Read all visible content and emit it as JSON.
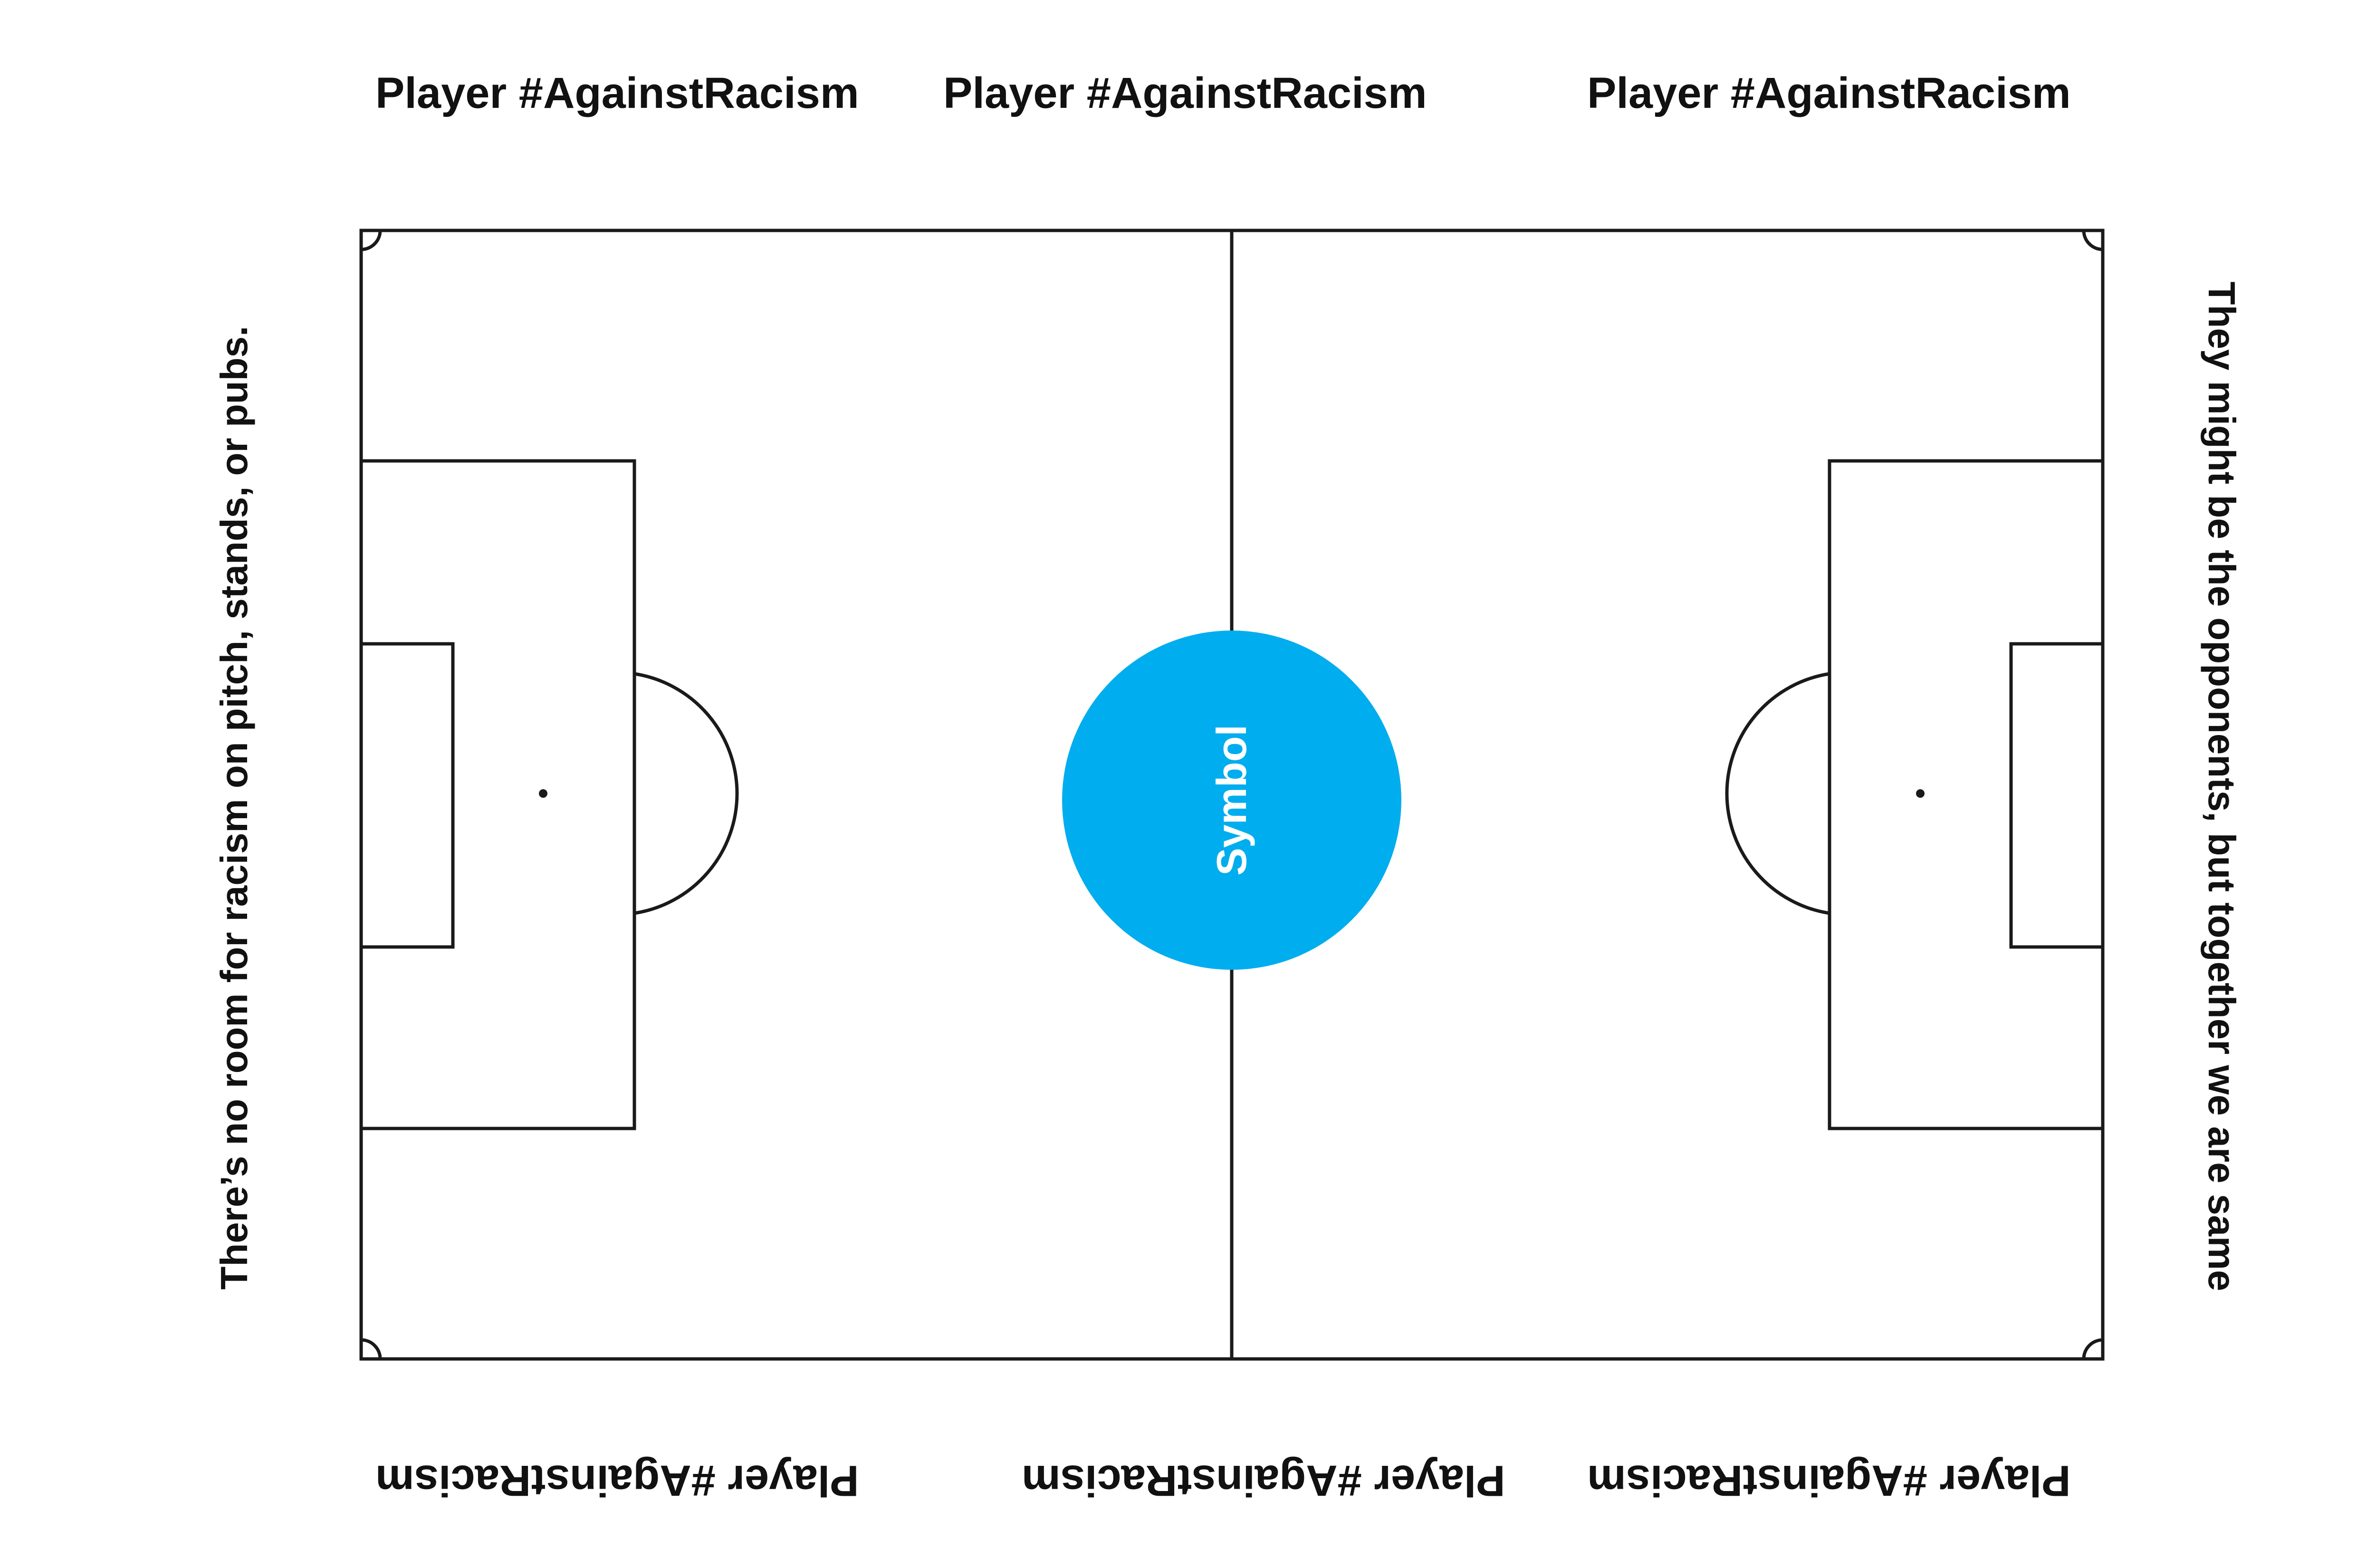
{
  "top_labels": [
    "Player #AgainstRacism",
    "Player #AgainstRacism",
    "Player #AgainstRacism"
  ],
  "bottom_labels": [
    "Player #AgainstRacism",
    "Player #AgainstRacism",
    "Player #AgainstRacism"
  ],
  "side_left": "There’s no room for racism on pitch, stands, or pubs.",
  "side_right": "They might be the opponents, but together we are same",
  "center_symbol": "Symbol",
  "colors": {
    "symbol_fill": "#00ADEE",
    "lines": "#1a1a1a",
    "text": "#111111"
  }
}
